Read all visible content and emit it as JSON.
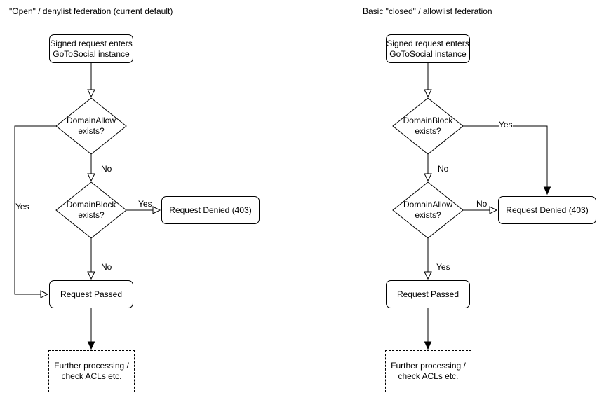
{
  "canvas": {
    "background_color": "#ffffff",
    "line_color": "#000000",
    "text_color": "#000000",
    "node_fill_color": "#ffffff"
  },
  "left_flow": {
    "title": "\"Open\" / denylist federation (current default)",
    "nodes": {
      "start": "Signed request enters\nGoToSocial instance",
      "decision1": "DomainAllow\nexists?",
      "decision2": "DomainBlock\nexists?",
      "denied": "Request Denied (403)",
      "passed": "Request Passed",
      "further": "Further processing /\ncheck ACLs etc."
    },
    "edge_labels": {
      "decision1_yes": "Yes",
      "decision1_no": "No",
      "decision2_yes": "Yes",
      "decision2_no": "No"
    }
  },
  "right_flow": {
    "title": "Basic \"closed\" / allowlist federation",
    "nodes": {
      "start": "Signed request enters\nGoToSocial instance",
      "decision1": "DomainBlock\nexists?",
      "decision2": "DomainAllow\nexists?",
      "denied": "Request Denied (403)",
      "passed": "Request Passed",
      "further": "Further processing /\ncheck ACLs etc."
    },
    "edge_labels": {
      "decision1_yes": "Yes",
      "decision1_no": "No",
      "decision2_no": "No",
      "decision2_yes": "Yes"
    }
  }
}
